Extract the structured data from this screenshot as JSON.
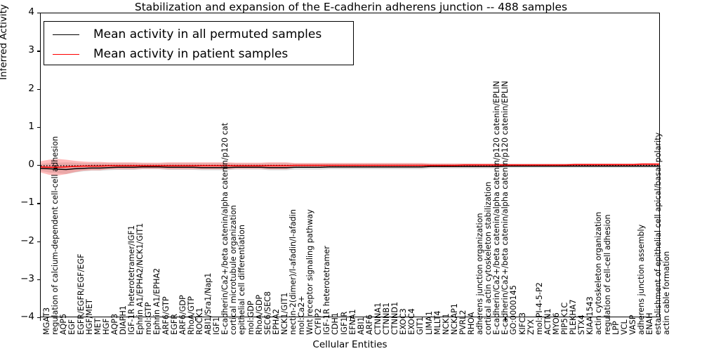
{
  "chart_data": {
    "type": "line",
    "title": "Stabilization and expansion of the E-cadherin adherens junction -- 488 samples",
    "xlabel": "Cellular Entities",
    "ylabel": "Inferred Activity",
    "ylim": [
      -4,
      4
    ],
    "yticks": [
      4,
      3,
      2,
      1,
      0,
      -1,
      -2,
      -3,
      -4
    ],
    "grid": false,
    "legend_position": "upper left",
    "legend": [
      {
        "label": "Mean activity in all permuted samples",
        "color": "#000000"
      },
      {
        "label": "Mean activity in patient samples",
        "color": "#ff0000"
      }
    ],
    "categories": [
      "MGAT3",
      "regulation of calcium-dependent cell-cell adhesion",
      "AQP5",
      "EGF",
      "EGFR/EGFR/EGF/EGF",
      "HGF/MET",
      "MET",
      "HGF",
      "AQP3",
      "DIAPH1",
      "IGF-1R heterotetramer/IGF1",
      "Ephrin A1/EPHA2/NCK1/GIT1",
      "mol:GTP",
      "Ephrin A1/EPHA2",
      "ARF6/GTP",
      "EGFR",
      "ARF6/GDP",
      "RhoA/GTP",
      "ROCK1",
      "ABI1/Sra1/Nap1",
      "IGF1",
      "E-cadherin/Ca2+/beta catenin/alpha catenin/p120 cat",
      "cortical microtubule organization",
      "epithelial cell differentiation",
      "mol:GDP",
      "RhoA/GDP",
      "SEC6/SEC8",
      "EPHA2",
      "NCK1/GIT1",
      "nectin-2(dimer)/l-afadin/l-afadin",
      "mol:Ca2+",
      "Wnt receptor signaling pathway",
      "CYFIP2",
      "IGF-1R heterotetramer",
      "CDH1",
      "IGF1R",
      "EFNA1",
      "ABI1",
      "ARF6",
      "CTNNA1",
      "CTNNB1",
      "CTNND1",
      "EXOC3",
      "EXOC4",
      "GIT1",
      "LIMA1",
      "MLLT4",
      "NCK1",
      "NCKAP1",
      "PVRL2",
      "RHOA",
      "adherens junction organization",
      "cortical actin cytoskeleton stabilization",
      "E-cadherin/Ca2+/beta catenin/alpha catenin/p120 catenin/EPLIN",
      "E-cadherin/Ca2+/beta catenin/alpha catenin/p120 catenin/EPLIN",
      "GO:0000145",
      "KIFC3",
      "ZYX",
      "mol:PI-4-5-P2",
      "ACTN1",
      "MYO6",
      "PIP5K1C",
      "PLEKHA7",
      "STX4",
      "KIAA1543",
      "actin cytoskeleton organization",
      "regulation of cell-cell adhesion",
      "LPP",
      "VCL",
      "VASP",
      "adherens junction assembly",
      "ENAH",
      "establishment of epithelial cell apical/basal polarity",
      "actin cable formation"
    ],
    "series": [
      {
        "name": "Mean activity in all permuted samples",
        "color": "#000000",
        "style": "solid",
        "values": [
          -0.09,
          -0.1,
          -0.11,
          -0.12,
          -0.1,
          -0.09,
          -0.08,
          -0.08,
          -0.07,
          -0.06,
          -0.06,
          -0.06,
          -0.05,
          -0.05,
          -0.05,
          -0.06,
          -0.06,
          -0.06,
          -0.06,
          -0.07,
          -0.07,
          -0.07,
          -0.07,
          -0.06,
          -0.06,
          -0.06,
          -0.06,
          -0.07,
          -0.07,
          -0.07,
          -0.06,
          -0.06,
          -0.06,
          -0.06,
          -0.05,
          -0.05,
          -0.05,
          -0.05,
          -0.05,
          -0.05,
          -0.05,
          -0.05,
          -0.05,
          -0.05,
          -0.05,
          -0.05,
          -0.04,
          -0.04,
          -0.04,
          -0.04,
          -0.04,
          -0.04,
          -0.04,
          -0.04,
          -0.04,
          -0.03,
          -0.03,
          -0.03,
          -0.03,
          -0.03,
          -0.03,
          -0.03,
          -0.03,
          -0.03,
          -0.03,
          -0.03,
          -0.03,
          -0.03,
          -0.03,
          -0.03,
          -0.03,
          -0.03,
          -0.03,
          -0.03
        ]
      },
      {
        "name": "Mean activity in all permuted samples (median)",
        "color": "#000000",
        "style": "dotted",
        "values": [
          -0.02,
          -0.02,
          -0.02,
          -0.02,
          -0.02,
          -0.02,
          -0.01,
          -0.01,
          -0.01,
          -0.01,
          -0.01,
          -0.01,
          -0.01,
          -0.01,
          -0.01,
          -0.01,
          -0.01,
          -0.01,
          -0.01,
          -0.01,
          -0.01,
          -0.01,
          -0.01,
          -0.01,
          -0.01,
          -0.01,
          -0.01,
          -0.01,
          -0.01,
          -0.01,
          -0.01,
          -0.01,
          -0.01,
          -0.01,
          -0.01,
          -0.01,
          -0.01,
          -0.01,
          -0.01,
          -0.01,
          -0.01,
          -0.01,
          -0.01,
          -0.01,
          -0.01,
          -0.01,
          -0.01,
          -0.01,
          -0.01,
          -0.01,
          -0.01,
          -0.01,
          -0.01,
          -0.01,
          -0.01,
          -0.01,
          -0.01,
          -0.01,
          -0.01,
          -0.01,
          -0.01,
          -0.01,
          -0.01,
          -0.01,
          -0.01,
          -0.01,
          -0.01,
          -0.01,
          -0.01,
          -0.01,
          -0.01,
          -0.01,
          -0.01,
          -0.01
        ]
      },
      {
        "name": "Mean activity in patient samples",
        "color": "#ff0000",
        "style": "solid",
        "values": [
          -0.05,
          -0.06,
          -0.06,
          -0.05,
          -0.04,
          -0.03,
          -0.03,
          -0.03,
          -0.02,
          -0.02,
          -0.02,
          -0.02,
          -0.02,
          -0.02,
          -0.02,
          -0.02,
          -0.02,
          -0.02,
          -0.02,
          -0.02,
          -0.02,
          -0.02,
          -0.02,
          -0.02,
          -0.02,
          -0.02,
          -0.02,
          -0.02,
          -0.02,
          -0.02,
          -0.01,
          -0.01,
          -0.01,
          -0.01,
          -0.01,
          -0.01,
          -0.01,
          -0.01,
          -0.01,
          -0.01,
          -0.01,
          -0.01,
          -0.01,
          -0.01,
          -0.01,
          -0.01,
          -0.01,
          -0.01,
          -0.01,
          -0.01,
          0.0,
          0.0,
          0.0,
          0.0,
          0.0,
          0.0,
          0.0,
          0.0,
          0.0,
          0.0,
          0.0,
          0.0,
          0.0,
          0.01,
          0.01,
          0.01,
          0.01,
          0.01,
          0.01,
          0.01,
          0.01,
          0.02,
          0.02,
          0.02
        ]
      }
    ],
    "bands": [
      {
        "name": "permuted samples spread",
        "color": "#b0b0b0",
        "opacity": 0.45,
        "upper": [
          0.03,
          0.05,
          0.06,
          0.07,
          0.06,
          0.05,
          0.05,
          0.05,
          0.05,
          0.05,
          0.05,
          0.05,
          0.04,
          0.04,
          0.04,
          0.05,
          0.05,
          0.05,
          0.05,
          0.05,
          0.05,
          0.05,
          0.05,
          0.04,
          0.04,
          0.04,
          0.04,
          0.05,
          0.05,
          0.05,
          0.04,
          0.04,
          0.04,
          0.04,
          0.04,
          0.04,
          0.04,
          0.04,
          0.04,
          0.04,
          0.04,
          0.04,
          0.04,
          0.04,
          0.04,
          0.04,
          0.03,
          0.03,
          0.03,
          0.03,
          0.03,
          0.03,
          0.03,
          0.03,
          0.03,
          0.03,
          0.03,
          0.03,
          0.03,
          0.03,
          0.03,
          0.03,
          0.03,
          0.03,
          0.03,
          0.03,
          0.03,
          0.03,
          0.03,
          0.03,
          0.03,
          0.03,
          0.03,
          0.03
        ],
        "lower": [
          -0.16,
          -0.2,
          -0.22,
          -0.24,
          -0.2,
          -0.17,
          -0.15,
          -0.15,
          -0.14,
          -0.13,
          -0.13,
          -0.13,
          -0.11,
          -0.11,
          -0.11,
          -0.13,
          -0.13,
          -0.13,
          -0.13,
          -0.14,
          -0.14,
          -0.14,
          -0.14,
          -0.12,
          -0.12,
          -0.12,
          -0.12,
          -0.14,
          -0.14,
          -0.14,
          -0.12,
          -0.12,
          -0.12,
          -0.12,
          -0.11,
          -0.11,
          -0.11,
          -0.11,
          -0.11,
          -0.11,
          -0.11,
          -0.11,
          -0.11,
          -0.11,
          -0.11,
          -0.11,
          -0.09,
          -0.09,
          -0.09,
          -0.09,
          -0.09,
          -0.09,
          -0.09,
          -0.09,
          -0.09,
          -0.07,
          -0.07,
          -0.07,
          -0.07,
          -0.07,
          -0.07,
          -0.07,
          -0.07,
          -0.07,
          -0.07,
          -0.07,
          -0.07,
          -0.07,
          -0.07,
          -0.07,
          -0.07,
          -0.07,
          -0.07,
          -0.07
        ]
      },
      {
        "name": "patient samples spread",
        "color": "#ff6a6a",
        "opacity": 0.45,
        "upper": [
          0.1,
          0.14,
          0.16,
          0.14,
          0.11,
          0.09,
          0.08,
          0.08,
          0.07,
          0.07,
          0.07,
          0.07,
          0.06,
          0.06,
          0.06,
          0.07,
          0.07,
          0.07,
          0.07,
          0.07,
          0.07,
          0.07,
          0.07,
          0.06,
          0.06,
          0.06,
          0.06,
          0.07,
          0.07,
          0.07,
          0.05,
          0.05,
          0.05,
          0.05,
          0.05,
          0.05,
          0.05,
          0.05,
          0.05,
          0.05,
          0.05,
          0.05,
          0.05,
          0.05,
          0.05,
          0.05,
          0.04,
          0.04,
          0.04,
          0.04,
          0.04,
          0.04,
          0.04,
          0.04,
          0.04,
          0.03,
          0.03,
          0.03,
          0.03,
          0.03,
          0.03,
          0.03,
          0.03,
          0.04,
          0.04,
          0.04,
          0.04,
          0.04,
          0.04,
          0.04,
          0.04,
          0.05,
          0.05,
          0.05
        ],
        "lower": [
          -0.2,
          -0.26,
          -0.28,
          -0.24,
          -0.19,
          -0.15,
          -0.14,
          -0.14,
          -0.11,
          -0.11,
          -0.11,
          -0.11,
          -0.1,
          -0.1,
          -0.1,
          -0.11,
          -0.11,
          -0.11,
          -0.11,
          -0.11,
          -0.11,
          -0.11,
          -0.11,
          -0.1,
          -0.1,
          -0.1,
          -0.1,
          -0.11,
          -0.11,
          -0.11,
          -0.07,
          -0.07,
          -0.07,
          -0.07,
          -0.07,
          -0.07,
          -0.07,
          -0.07,
          -0.07,
          -0.07,
          -0.07,
          -0.07,
          -0.07,
          -0.07,
          -0.07,
          -0.07,
          -0.06,
          -0.06,
          -0.06,
          -0.06,
          -0.06,
          -0.06,
          -0.06,
          -0.06,
          -0.06,
          -0.04,
          -0.04,
          -0.04,
          -0.04,
          -0.04,
          -0.04,
          -0.04,
          -0.04,
          -0.03,
          -0.03,
          -0.03,
          -0.03,
          -0.03,
          -0.03,
          -0.03,
          -0.03,
          -0.02,
          -0.02,
          -0.02
        ]
      }
    ]
  }
}
